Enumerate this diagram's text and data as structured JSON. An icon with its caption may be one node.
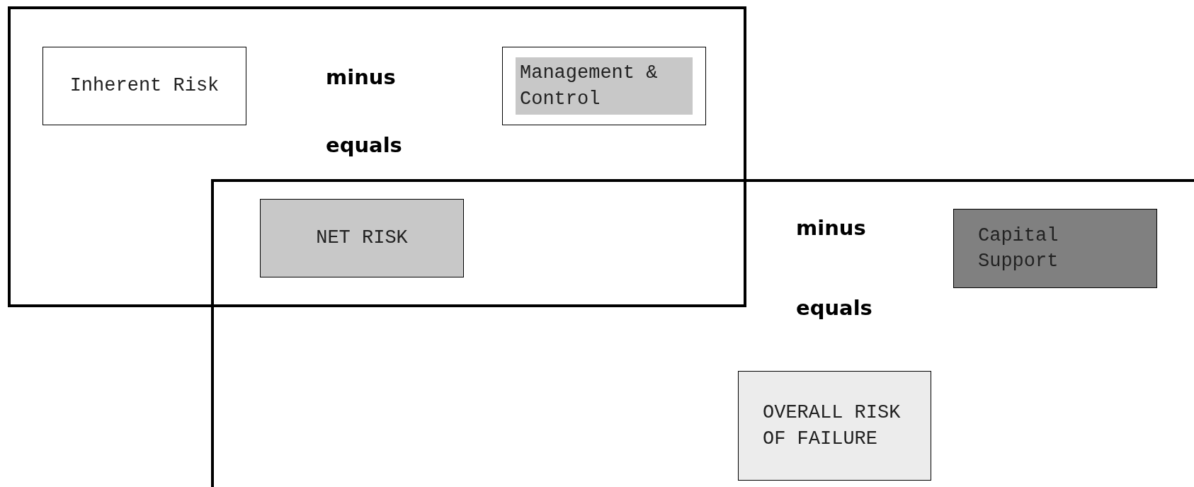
{
  "diagram": {
    "nodes": [
      {
        "text": [],
        "shape": "box"
      },
      {
        "text": [
          "Inherent Risk"
        ],
        "in": 0
      },
      {
        "text": [
          "Management & Control"
        ],
        "in": 0
      },
      {
        "text": [
          "NET RISK"
        ]
      },
      {
        "text": [],
        "shape": "box"
      },
      {
        "text": [
          "Capital Support"
        ],
        "in": 4
      },
      {
        "text": [
          "OVERALL RISK OF FAILURE"
        ],
        "in": 4
      }
    ],
    "labels": [
      "minus",
      "equals",
      "minus",
      "equals"
    ]
  }
}
